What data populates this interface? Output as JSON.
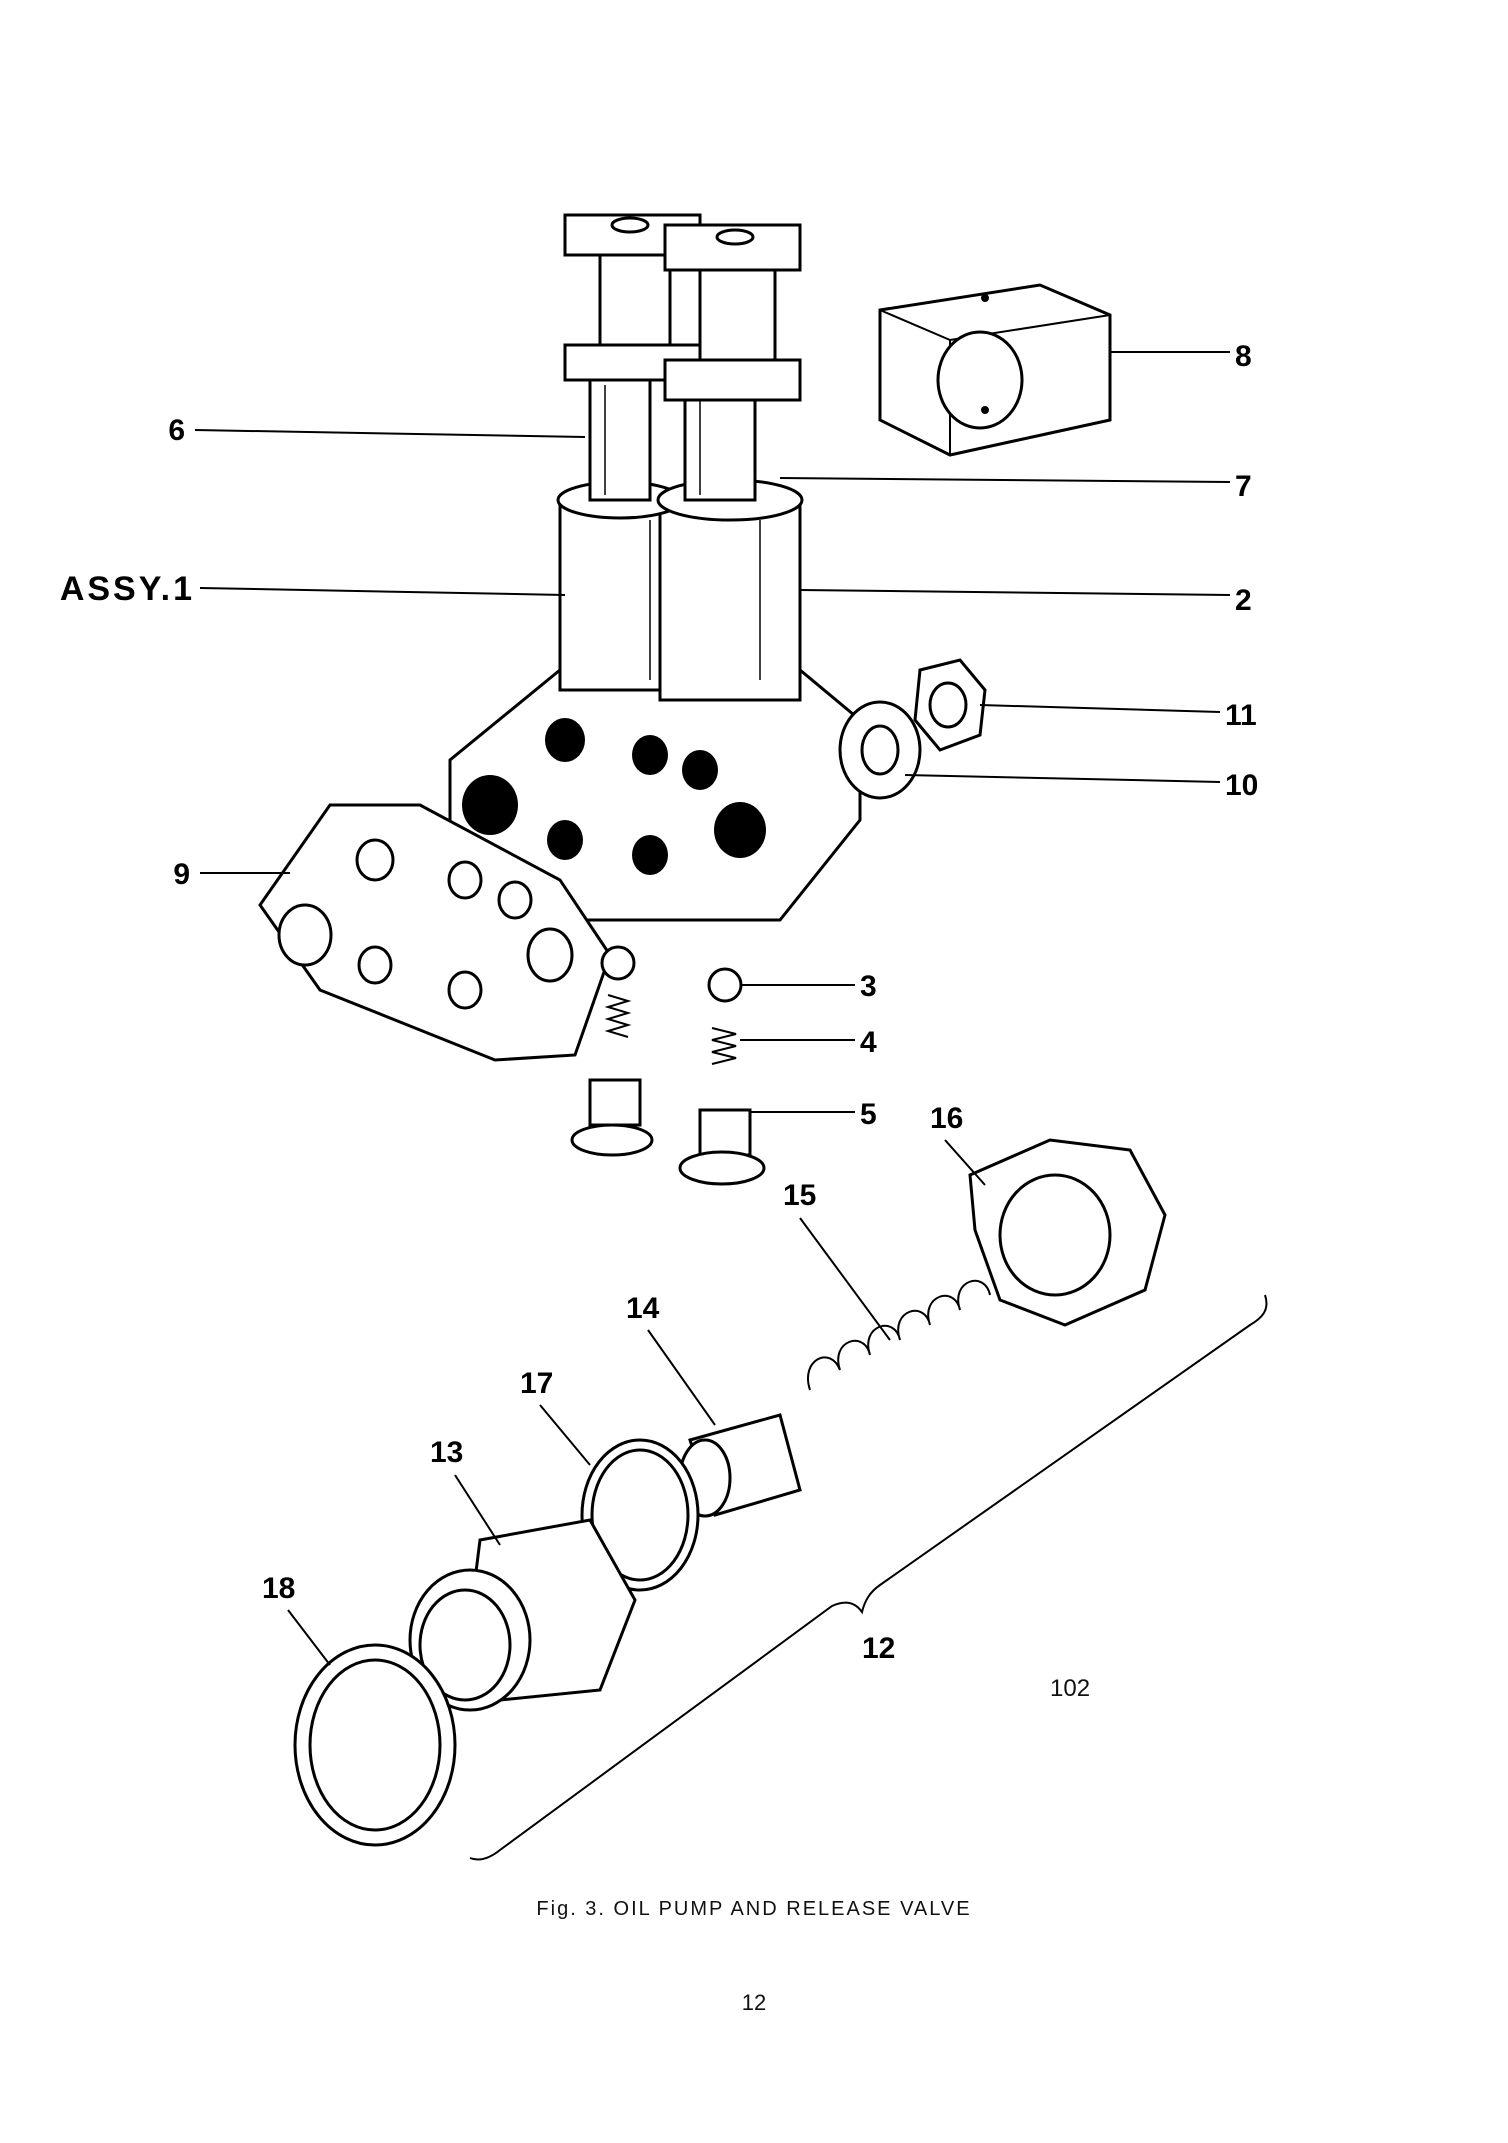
{
  "figure": {
    "caption": "Fig. 3.  OIL PUMP AND RELEASE VALVE",
    "page_number": "12",
    "reference_number": "102"
  },
  "callouts": {
    "assy": "ASSY.1",
    "c2": "2",
    "c3": "3",
    "c4": "4",
    "c5": "5",
    "c6_left": "6",
    "c7": "7",
    "c8": "8",
    "c9": "9",
    "c10": "10",
    "c11": "11",
    "c12": "12",
    "c13": "13",
    "c14": "14",
    "c15": "15",
    "c16": "16",
    "c17": "17",
    "c18": "18"
  }
}
